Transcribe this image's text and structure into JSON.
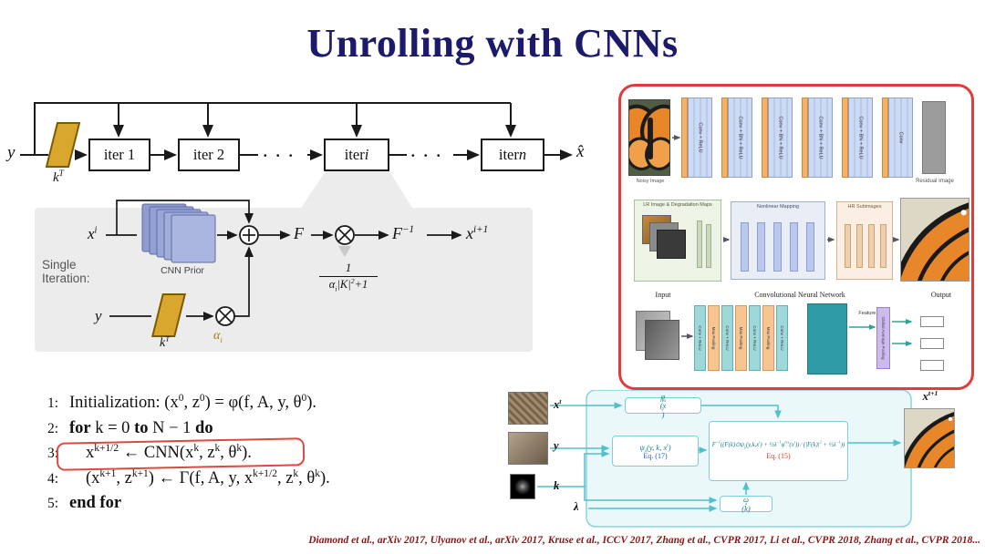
{
  "slide": {
    "title": "Unrolling with CNNs",
    "citation": "Diamond et al., arXiv 2017, Ulyanov et al., arXiv 2017, Kruse et al., ICCV 2017, Zhang et al., CVPR 2017, Li et al., CVPR 2018, Zhang et al., CVPR 2018..."
  },
  "colors": {
    "title_navy": "#1b1a6b",
    "frame_red": "#e23b3b",
    "highlight_red": "#d84a42",
    "citation_red": "#8b1515",
    "kernel_gold": "#d9a62e",
    "cnn_blue": "#9aa8d8",
    "flow_cyan": "#52c0cc"
  },
  "unroll": {
    "input": "y",
    "kernel": "k<sup>T</sup>",
    "iter1": "iter 1",
    "iter2": "iter 2",
    "dots": "· · ·",
    "iter_i": "iter <i>i</i>",
    "iter_n": "iter <i>n</i>",
    "output": "x̂"
  },
  "single_iter": {
    "label": "Single\nIteration:",
    "x_in": "x<sup>i</sup>",
    "cnn_caption": "CNN Prior",
    "f": "F",
    "f_inv": "F<sup>−1</sup>",
    "x_out": "x<sup>i+1</sup>",
    "frac_num": "1",
    "frac_den": "α<sub>i</sub>|K|<sup>2</sup>+1",
    "y_in": "y",
    "kernel": "k<sup>T</sup>",
    "alpha": "α<sub>i</sub>"
  },
  "algorithm": {
    "lines": [
      {
        "num": "1:",
        "html": "Initialization: (x<sup>0</sup>, z<sup>0</sup>) = φ(f, A, y, θ<sup>0</sup>)."
      },
      {
        "num": "2:",
        "html": "<b>for</b> k = 0 <b>to</b> N − 1 <b>do</b>"
      },
      {
        "num": "3:",
        "html": "x<sup>k+1/2</sup> ← CNN(x<sup>k</sup>, z<sup>k</sup>, θ<sup>k</sup>)."
      },
      {
        "num": "4:",
        "html": "(x<sup>k+1</sup>, z<sup>k+1</sup>) ← Γ(f, A, y, x<sup>k+1/2</sup>, z<sup>k</sup>, θ<sup>k</sup>)."
      },
      {
        "num": "5:",
        "html": "<b>end for</b>"
      }
    ]
  },
  "red_panel": {
    "row1": {
      "input_caption": "Noisy Image",
      "layers": [
        "Conv + ReLU",
        "Conv + BN + ReLU",
        "Conv + BN + ReLU",
        "Conv + BN + ReLU",
        "Conv + BN + ReLU",
        "Conv"
      ],
      "output_caption": "Residual Image"
    },
    "row2": {
      "left": "LR Image & Degradation Maps",
      "mid": "Nonlinear Mapping",
      "right": "HR Subimages"
    },
    "row3": {
      "input": "Input",
      "title": "Convolutional Neural Network",
      "output": "Output",
      "bars": [
        "Conv + ReLU",
        "Max Pooling",
        "Conv + ReLU",
        "Max Pooling",
        "Conv + ReLU",
        "Max Pooling",
        "Conv + ReLU"
      ],
      "feature_map": "Feature Map",
      "gap": "Global Average Pooling"
    }
  },
  "flow": {
    "x_t": "x<sup>t</sup>",
    "y": "y",
    "k": "k",
    "lambda": "λ",
    "phi": "φ<sup>res</sup>(x<sup>t</sup>)",
    "psi": "ψ<sub>λ</sub>(y, k, x<sup>t</sup>)",
    "eq17": "Eq. (17)",
    "main": "F<sup>−1</sup>((F(k)⊙ψ<sub>λ</sub>(y,k,x<sup>t</sup>) + ½λ<sup>−1</sup>φ<sup>res</sup>(x<sup>t</sup>)) ∕ (|F(k)|<sup>2</sup> + ½λ<sup>−1</sup>))",
    "eq15": "Eq. (15)",
    "omega": "ω<sub>λ</sub>(k)",
    "x_out": "x<sup>t+1</sup>"
  }
}
